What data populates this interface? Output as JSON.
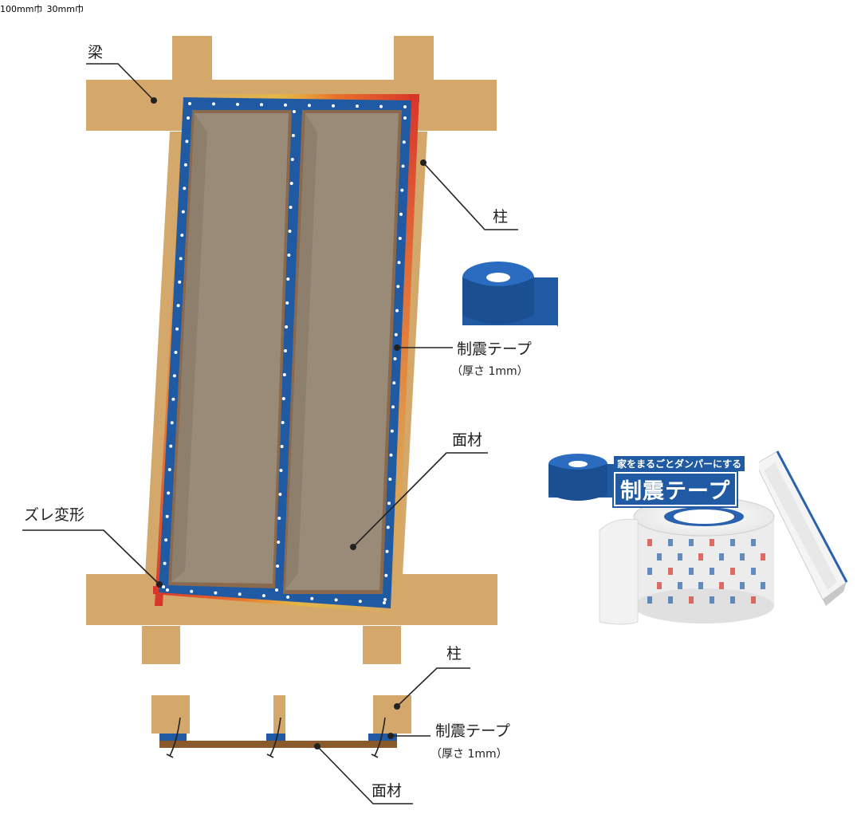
{
  "diagram": {
    "labels": {
      "beam": "梁",
      "column_top": "柱",
      "tape": "制震テープ",
      "tape_thickness": "（厚さ 1mm）",
      "panel": "面材",
      "shear_deformation": "ズレ変形",
      "column_section": "柱",
      "tape_section": "制震テープ",
      "tape_thickness_section": "（厚さ 1mm）",
      "panel_section": "面材"
    },
    "colors": {
      "wood": "#d4a76a",
      "tape_blue": "#1f5aa3",
      "panel": "#9a8a78",
      "panel_shadow": "#8a6a4e",
      "deform_red": "#d8342a",
      "deform_yellow": "#f0c030",
      "section_panel": "#8b5a2b"
    },
    "icons": [
      "tape-roll-icon"
    ]
  },
  "product": {
    "tagline": "家をまるごとダンパーにする",
    "name": "制震テープ",
    "width_wide": "100mm巾",
    "width_narrow": "30mm巾",
    "icons": [
      "product-logo-tape-icon"
    ]
  }
}
